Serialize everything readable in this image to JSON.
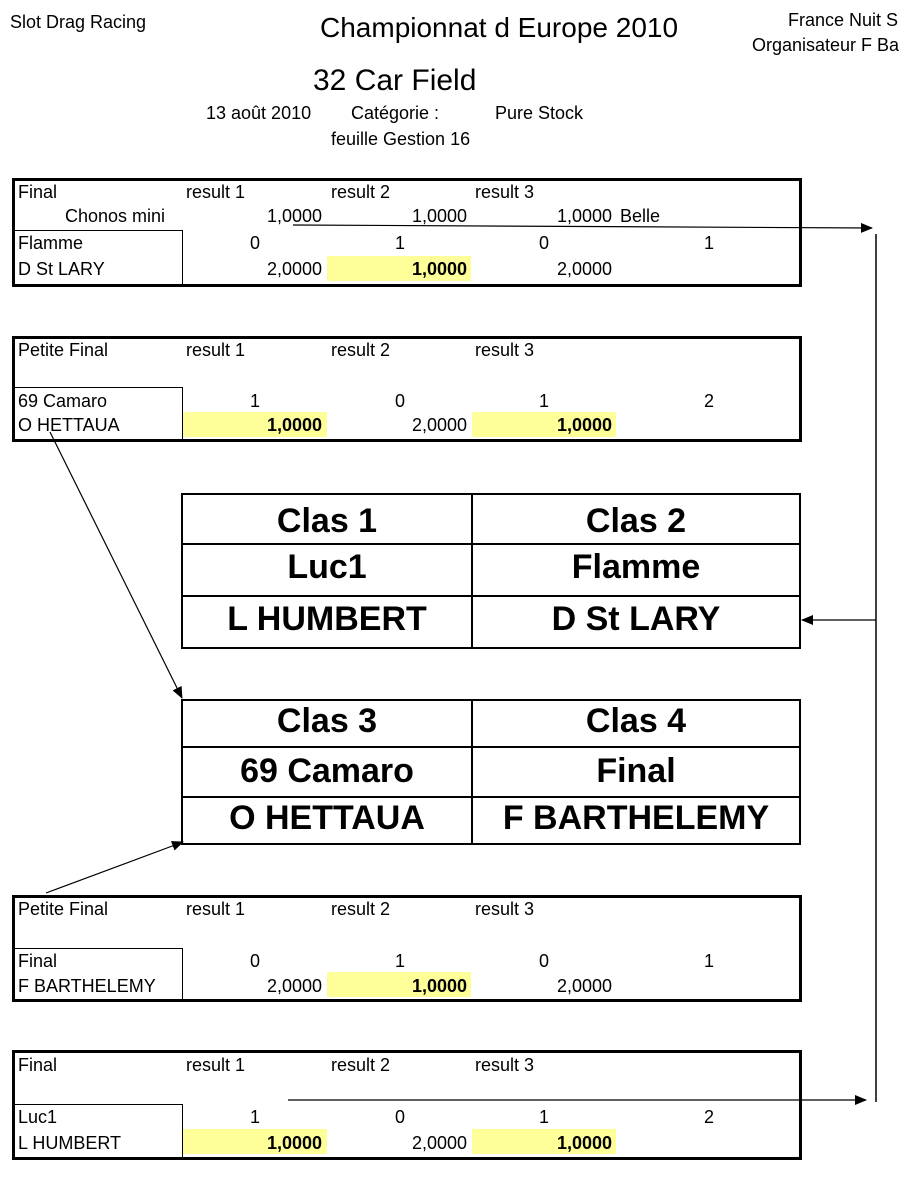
{
  "header": {
    "left": "Slot Drag Racing",
    "title": "Championnat d Europe 2010",
    "right1": "France Nuit S",
    "right2": "Organisateur F Ba",
    "field": "32 Car Field",
    "date": "13 août 2010",
    "categorie_label": "Catégorie :",
    "categorie_value": "Pure Stock",
    "sheet": "feuille Gestion 16"
  },
  "box1": {
    "title": "Final",
    "r1": "result 1",
    "r2": "result 2",
    "r3": "result 3",
    "top_name": "Chonos mini",
    "top_v1": "1,0000",
    "top_v2": "1,0000",
    "top_v3": "1,0000",
    "top_extra": "Belle",
    "car": "Flamme",
    "pilot": "D St LARY",
    "n1": "0",
    "n2": "1",
    "n3": "0",
    "n4": "1",
    "v1": "2,0000",
    "v2": "1,0000",
    "v3": "2,0000"
  },
  "box2": {
    "title": "Petite Final",
    "r1": "result 1",
    "r2": "result 2",
    "r3": "result 3",
    "car": "69 Camaro",
    "pilot": "O HETTAUA",
    "n1": "1",
    "n2": "0",
    "n3": "1",
    "n4": "2",
    "v1": "1,0000",
    "v2": "2,0000",
    "v3": "1,0000"
  },
  "clas_top": {
    "h1": "Clas 1",
    "h2": "Clas 2",
    "car1": "Luc1",
    "car2": "Flamme",
    "pilot1": "L HUMBERT",
    "pilot2": "D St LARY"
  },
  "clas_bottom": {
    "h1": "Clas 3",
    "h2": "Clas 4",
    "car1": "69 Camaro",
    "car2": "Final",
    "pilot1": "O HETTAUA",
    "pilot2": "F BARTHELEMY"
  },
  "box3": {
    "title": "Petite Final",
    "r1": "result 1",
    "r2": "result 2",
    "r3": "result 3",
    "car": "Final",
    "pilot": "F BARTHELEMY",
    "n1": "0",
    "n2": "1",
    "n3": "0",
    "n4": "1",
    "v1": "2,0000",
    "v2": "1,0000",
    "v3": "2,0000"
  },
  "box4": {
    "title": "Final",
    "r1": "result 1",
    "r2": "result 2",
    "r3": "result 3",
    "car": "Luc1",
    "pilot": "L HUMBERT",
    "n1": "1",
    "n2": "0",
    "n3": "1",
    "n4": "2",
    "v1": "1,0000",
    "v2": "2,0000",
    "v3": "1,0000"
  },
  "colors": {
    "highlight": "#ffff99"
  }
}
